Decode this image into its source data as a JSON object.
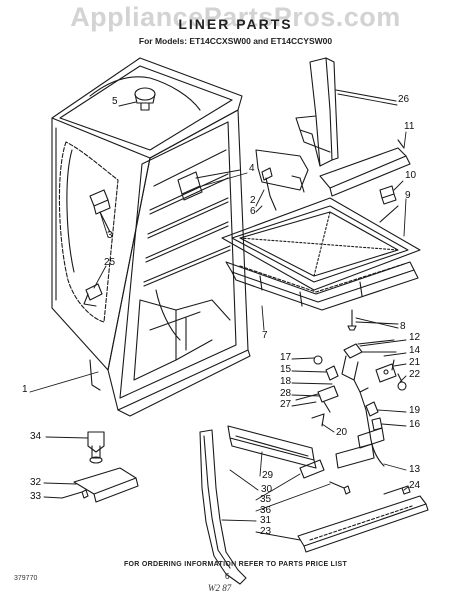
{
  "watermark": "AppliancePartsPros.com",
  "header": {
    "title": "LINER PARTS",
    "models": "For Models: ET14CCXSW00 and ET14CCYSW00"
  },
  "callouts": [
    "26",
    "5",
    "11",
    "4",
    "10",
    "9",
    "2",
    "6",
    "3",
    "25",
    "8",
    "7",
    "12",
    "17",
    "14",
    "15",
    "21",
    "18",
    "22",
    "28",
    "27",
    "19",
    "16",
    "1",
    "20",
    "34",
    "13",
    "32",
    "29",
    "33",
    "24",
    "30",
    "35",
    "36",
    "31",
    "23"
  ],
  "footer": {
    "ordering_note": "FOR ORDERING INFORMATION REFER TO PARTS PRICE LIST",
    "code": "379770",
    "page_number": "6",
    "handwritten_note": "W2 87"
  }
}
